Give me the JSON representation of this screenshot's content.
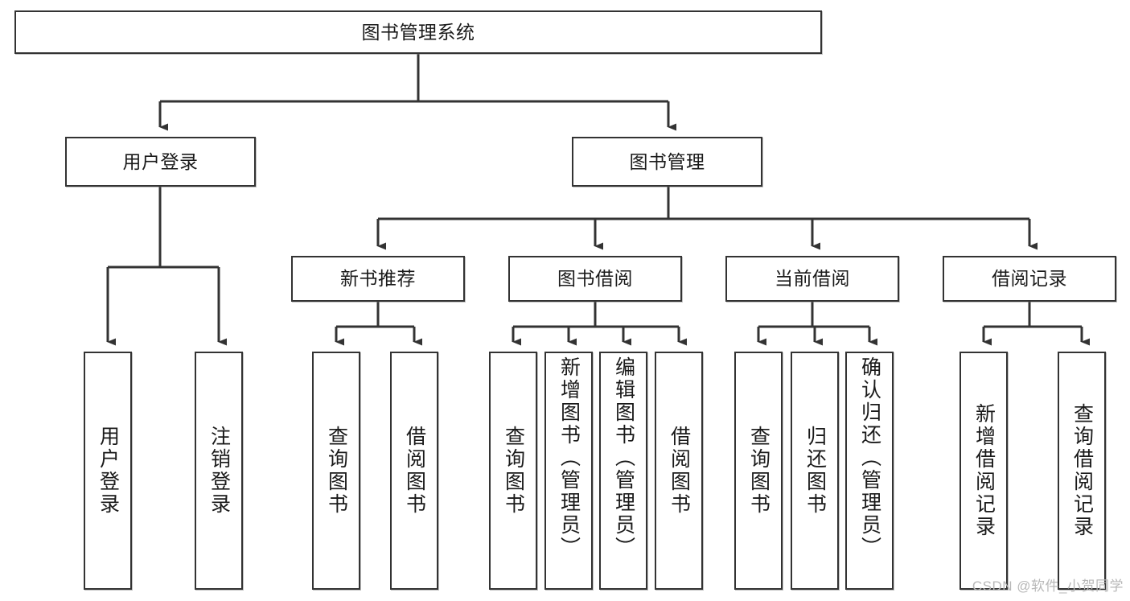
{
  "diagram": {
    "title": "图书管理系统",
    "type": "hierarchy-tree",
    "colors": {
      "box_border": "#333333",
      "box_fill": "#ffffff",
      "connector": "#333333",
      "text": "#1a1a1a",
      "watermark": "#b8b8b8"
    },
    "levels": {
      "root": {
        "label": "图书管理系统"
      },
      "level2": [
        {
          "id": "user-login",
          "label": "用户登录"
        },
        {
          "id": "book-management",
          "label": "图书管理"
        }
      ],
      "level3": [
        {
          "id": "new-book-recommend",
          "label": "新书推荐"
        },
        {
          "id": "book-borrow",
          "label": "图书借阅"
        },
        {
          "id": "current-borrow",
          "label": "当前借阅"
        },
        {
          "id": "borrow-record",
          "label": "借阅记录"
        }
      ],
      "leaves": {
        "user-login": [
          {
            "id": "leaf-user-login",
            "label": "用户登录"
          },
          {
            "id": "leaf-logout-login",
            "label": "注销登录"
          }
        ],
        "new-book-recommend": [
          {
            "id": "leaf-query-book-1",
            "label": "查询图书"
          },
          {
            "id": "leaf-borrow-book-1",
            "label": "借阅图书"
          }
        ],
        "book-borrow": [
          {
            "id": "leaf-query-book-2",
            "label": "查询图书"
          },
          {
            "id": "leaf-add-book",
            "label": "新增图书（管理员）"
          },
          {
            "id": "leaf-edit-book",
            "label": "编辑图书（管理员）"
          },
          {
            "id": "leaf-borrow-book-2",
            "label": "借阅图书"
          }
        ],
        "current-borrow": [
          {
            "id": "leaf-query-book-3",
            "label": "查询图书"
          },
          {
            "id": "leaf-return-book",
            "label": "归还图书"
          },
          {
            "id": "leaf-confirm-return",
            "label": "确认归还（管理员）"
          }
        ],
        "borrow-record": [
          {
            "id": "leaf-add-record",
            "label": "新增借阅记录"
          },
          {
            "id": "leaf-query-record",
            "label": "查询借阅记录"
          }
        ]
      }
    },
    "watermark": "CSDN @软件_小贺同学"
  }
}
